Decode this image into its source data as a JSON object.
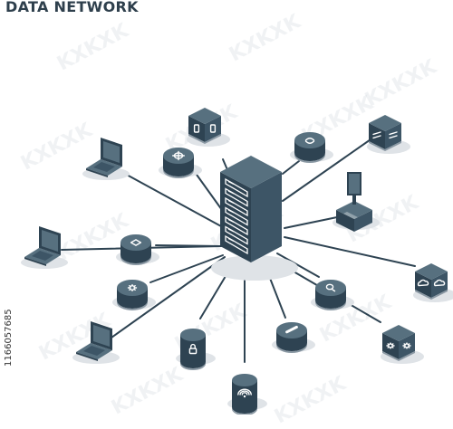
{
  "title": "DATA NETWORK",
  "stock_id": "1166057685",
  "watermark": "KXKXK",
  "colors": {
    "dark": "#2e4352",
    "mid": "#3d5566",
    "light": "#57707f",
    "line": "#2e4352",
    "shadow": "#dfe3e7",
    "highlight": "#ffffff"
  },
  "nodes": [
    {
      "id": "mobile-device-cube",
      "kind": "cube",
      "icon": "mobile-icon"
    },
    {
      "id": "sync-cylinder-top",
      "kind": "cylinder",
      "icon": "sync-icon"
    },
    {
      "id": "router-cylinder",
      "kind": "cylinder",
      "icon": "target-icon"
    },
    {
      "id": "transfer-cube",
      "kind": "cube",
      "icon": "transfer-icon"
    },
    {
      "id": "laptop-top-left",
      "kind": "laptop",
      "icon": "laptop-icon"
    },
    {
      "id": "desktop-monitor",
      "kind": "desktop",
      "icon": "monitor-icon"
    },
    {
      "id": "laptop-left",
      "kind": "laptop",
      "icon": "laptop-icon"
    },
    {
      "id": "tablet-cylinder",
      "kind": "cylinder",
      "icon": "tablet-icon"
    },
    {
      "id": "cloud-cube",
      "kind": "cube",
      "icon": "cloud-icon"
    },
    {
      "id": "settings-cylinder",
      "kind": "cylinder",
      "icon": "gear-icon"
    },
    {
      "id": "search-cylinder",
      "kind": "cylinder",
      "icon": "search-icon"
    },
    {
      "id": "lock-tower",
      "kind": "tower",
      "icon": "lock-icon"
    },
    {
      "id": "laptop-bottom-left",
      "kind": "laptop",
      "icon": "laptop-icon"
    },
    {
      "id": "link-cylinder",
      "kind": "cylinder",
      "icon": "link-icon"
    },
    {
      "id": "gear-cube",
      "kind": "cube",
      "icon": "gear-icon"
    },
    {
      "id": "wifi-tower",
      "kind": "tower",
      "icon": "wifi-icon"
    }
  ],
  "hub": {
    "id": "central-server-rack",
    "icon": "server-icon"
  }
}
